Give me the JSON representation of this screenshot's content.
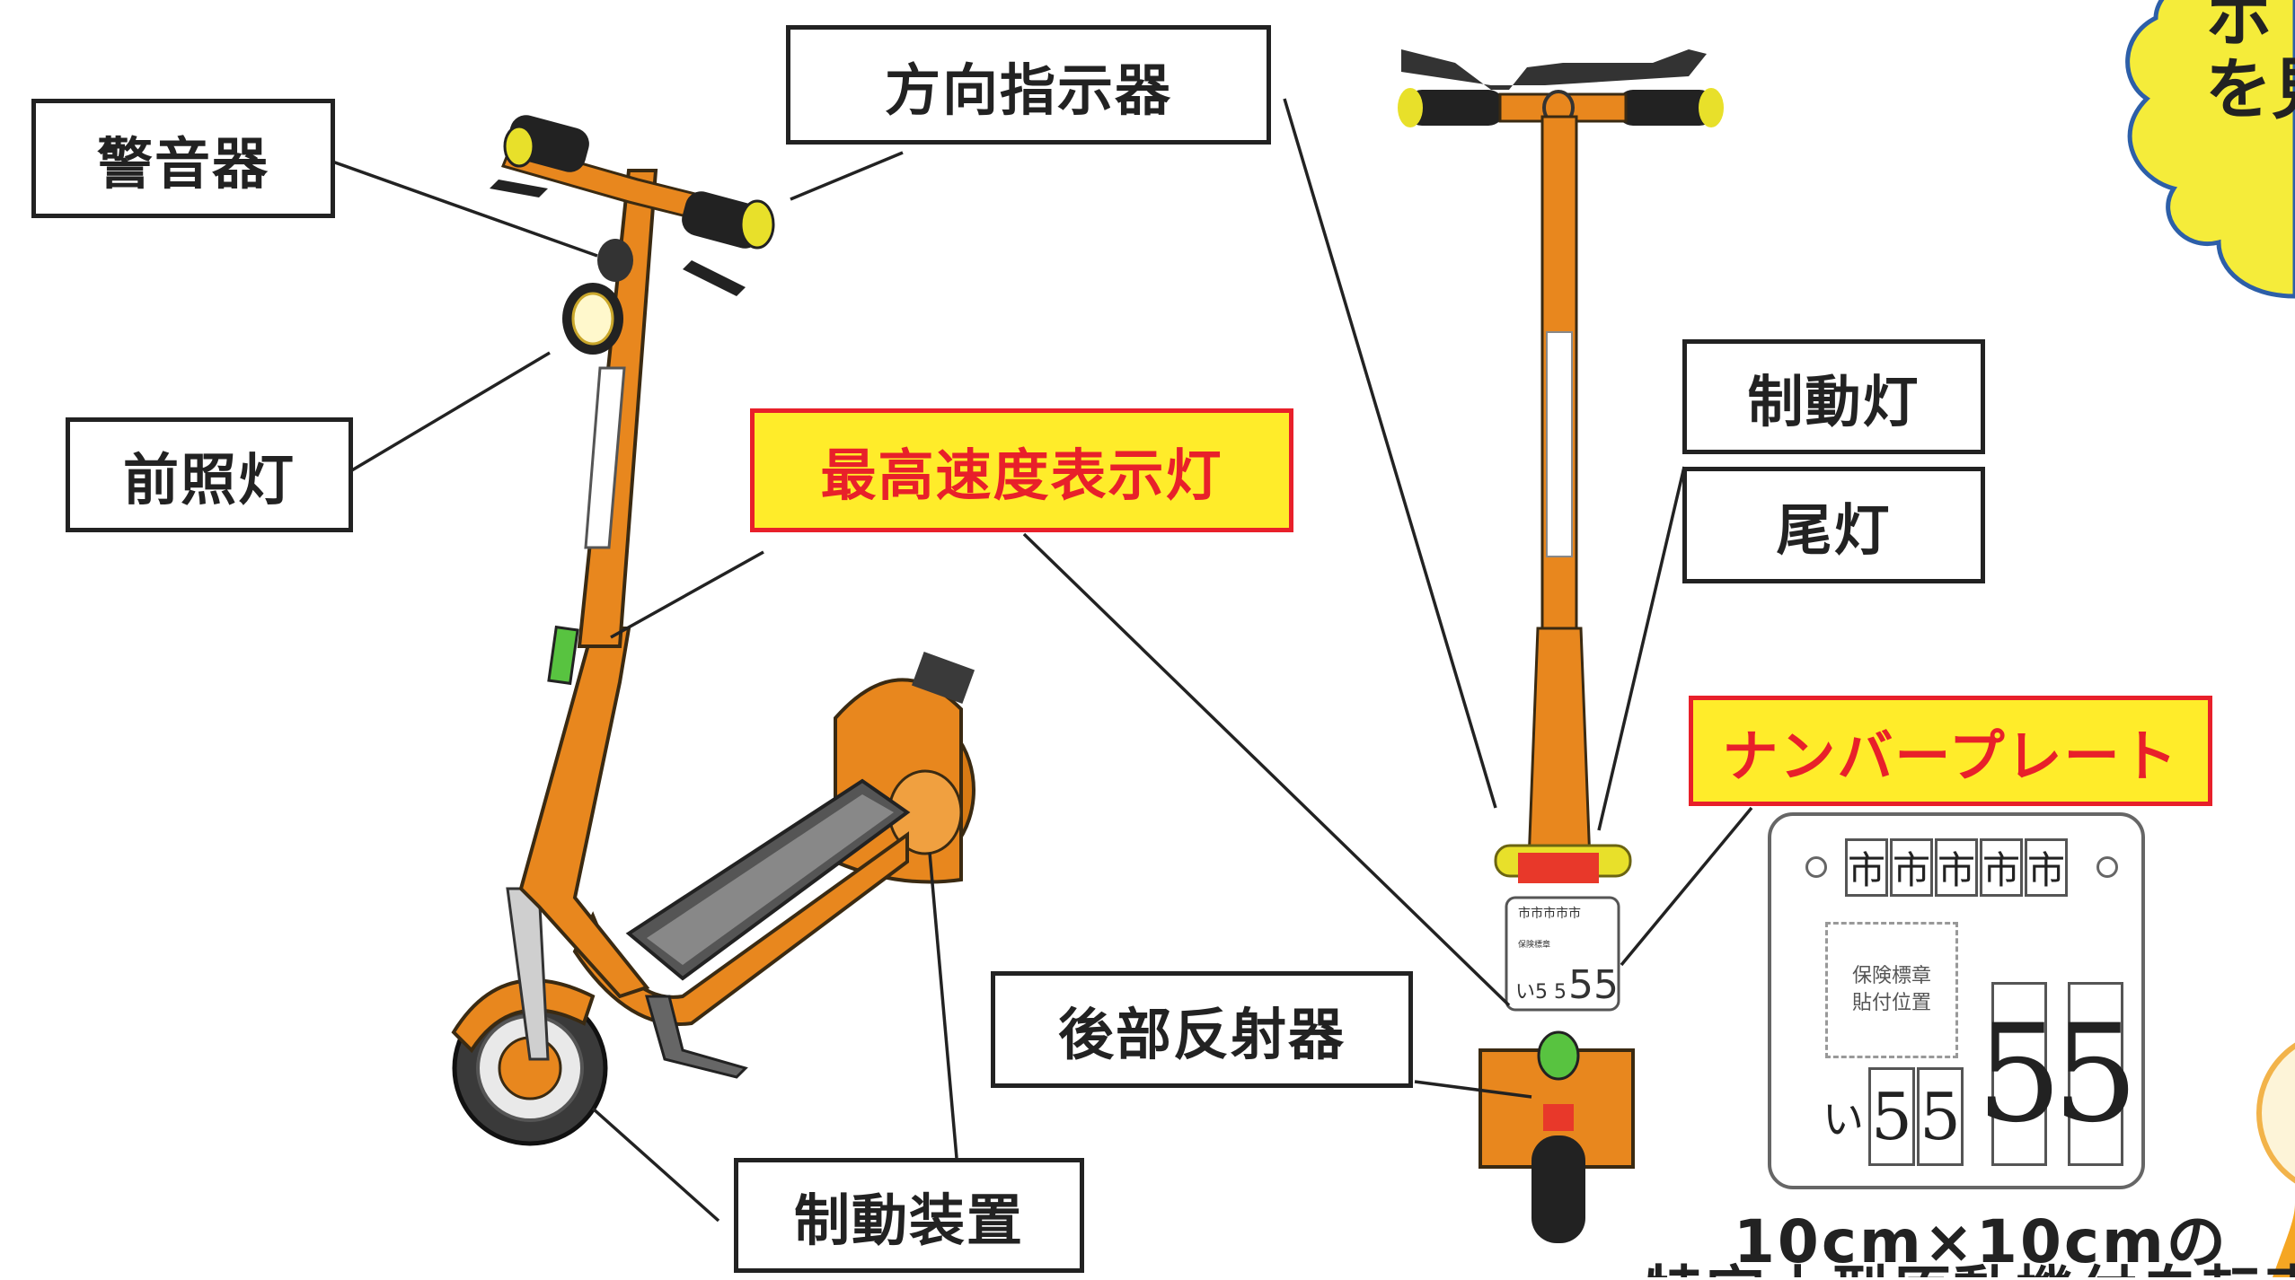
{
  "labels": {
    "horn": "警音器",
    "direction_indicator": "方向指示器",
    "headlight": "前照灯",
    "max_speed_light": "最高速度表示灯",
    "brake_light": "制動灯",
    "tail_light": "尾灯",
    "number_plate": "ナンバープレート",
    "rear_reflector": "後部反射器",
    "brake_device": "制動装置"
  },
  "plate": {
    "city_chars": [
      "市",
      "市",
      "市",
      "市",
      "市"
    ],
    "insurance_sticker": "保険標章\n貼付位置",
    "hiragana": "い",
    "small_digits": [
      "5",
      "5"
    ],
    "large_digits": [
      "5",
      "5"
    ]
  },
  "caption": {
    "size": "10cm×10cmの",
    "second_line_cut": "特定小型原動機付自転車"
  },
  "cloud_text": "ホ\nを見",
  "colors": {
    "scooter_body": "#e8871e",
    "scooter_dark": "#2a2a2a",
    "highlight_fill": "#ffec2a",
    "highlight_text": "#e8202a",
    "cloud_fill": "#f5ec3a",
    "cloud_stroke": "#2d5fa8"
  }
}
